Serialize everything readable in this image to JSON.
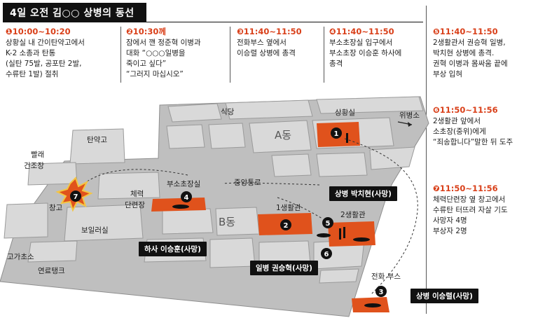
{
  "title": "4일 오전 김○○ 상병의 동선",
  "events": [
    {
      "time": "❶10:00~10:20",
      "lines": [
        "상황실 내 간이탄약고에서",
        "K-2 소총과 탄통",
        "(실탄 75발, 공포탄 2발,",
        "수류탄 1발) 절취"
      ]
    },
    {
      "time": "❷10:30께",
      "lines": [
        "잠에서 깬 정준혁 이병과",
        "대화 “○○○일병을",
        "죽이고 싶다”",
        "“그러지 마십시오”"
      ]
    },
    {
      "time": "❸11:40~11:50",
      "lines": [
        "전화부스 옆에서",
        "이승렬 상병에 총격"
      ]
    },
    {
      "time": "❹11:40~11:50",
      "lines": [
        "부소초장실 입구에서",
        "부소초장 이승훈 하사에",
        "총격"
      ]
    },
    {
      "time": "❺11:40~11:50",
      "lines": [
        "2생활관서 권승혁 일병,",
        "박치현 상병에 총격.",
        "권혁 이병과 몸싸움 끝에",
        "부상 입혀"
      ]
    },
    {
      "time": "❻11:50~11:56",
      "lines": [
        "2생활관 앞에서",
        "소초장(중위)에게",
        "“죄송합니다”말한 뒤 도주"
      ]
    },
    {
      "time": "❼11:50~11:56",
      "lines": [
        "체력단련장 옆 창고에서",
        "수류탄 터뜨려 자살 기도",
        "사망자 4명",
        "부상자 2명"
      ]
    }
  ],
  "map": {
    "labels": {
      "dining": "식당",
      "situation_room": "상황실",
      "guard_post": "위병소",
      "building_a": "A동",
      "building_b": "B동",
      "ammo_depot": "탄약고",
      "laundry_1": "빨래",
      "laundry_2": "건조장",
      "fitness_1": "체력",
      "fitness_2": "단련장",
      "warehouse": "창고",
      "deputy_room": "부소초장실",
      "corridor": "중앙통로",
      "barracks_1": "1생활관",
      "barracks_2": "2생활관",
      "boiler_room": "보일러실",
      "high_post": "고가초소",
      "fuel_tank": "연료탱크",
      "phone_booth": "전화 부스"
    },
    "markers": [
      "1",
      "2",
      "3",
      "4",
      "5",
      "6",
      "7"
    ],
    "victims": {
      "park": "상병 박치현(사망)",
      "lee_h": "하사 이승훈(사망)",
      "kwon": "일병 권승혁(사망)",
      "lee_r": "상병 이승렬(사망)"
    }
  },
  "colors": {
    "accent": "#e0521c",
    "marker": "#111111",
    "building": "#c9c9c9"
  }
}
